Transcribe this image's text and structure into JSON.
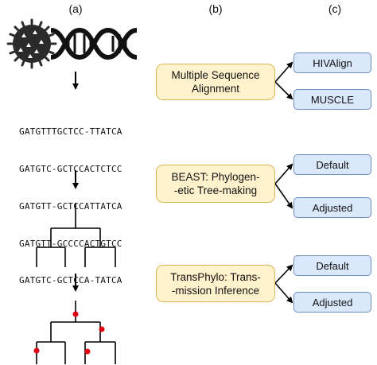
{
  "panel_labels": {
    "a": "(a)",
    "b": "(b)",
    "c": "(c)"
  },
  "sequences": [
    "GATGTTTGCTCC-TTATCA",
    "GATGTC-GCTCCACTCTCC",
    "GATGTT-GCTCCATTATCA",
    "GATGTT-GCCCCACTGTCC",
    "GATGTC-GCTCCA-TATCA"
  ],
  "steps": [
    {
      "label_line1": "Multiple Sequence",
      "label_line2": "Alignment",
      "options": [
        "HIVAlign",
        "MUSCLE"
      ]
    },
    {
      "label_line1": "BEAST: Phylogen-",
      "label_line2": "-etic Tree-making",
      "options": [
        "Default",
        "Adjusted"
      ]
    },
    {
      "label_line1": "TransPhylo: Trans-",
      "label_line2": "-mission Inference",
      "options": [
        "Default",
        "Adjusted"
      ]
    }
  ],
  "icons": {
    "virus": "virus-icon",
    "dna": "dna-helix-icon"
  },
  "colors": {
    "step_fill": "#fff2cc",
    "step_border": "#d6b656",
    "option_fill": "#dae8fc",
    "option_border": "#6c8ebf",
    "transmission_marker": "#e0000f"
  }
}
